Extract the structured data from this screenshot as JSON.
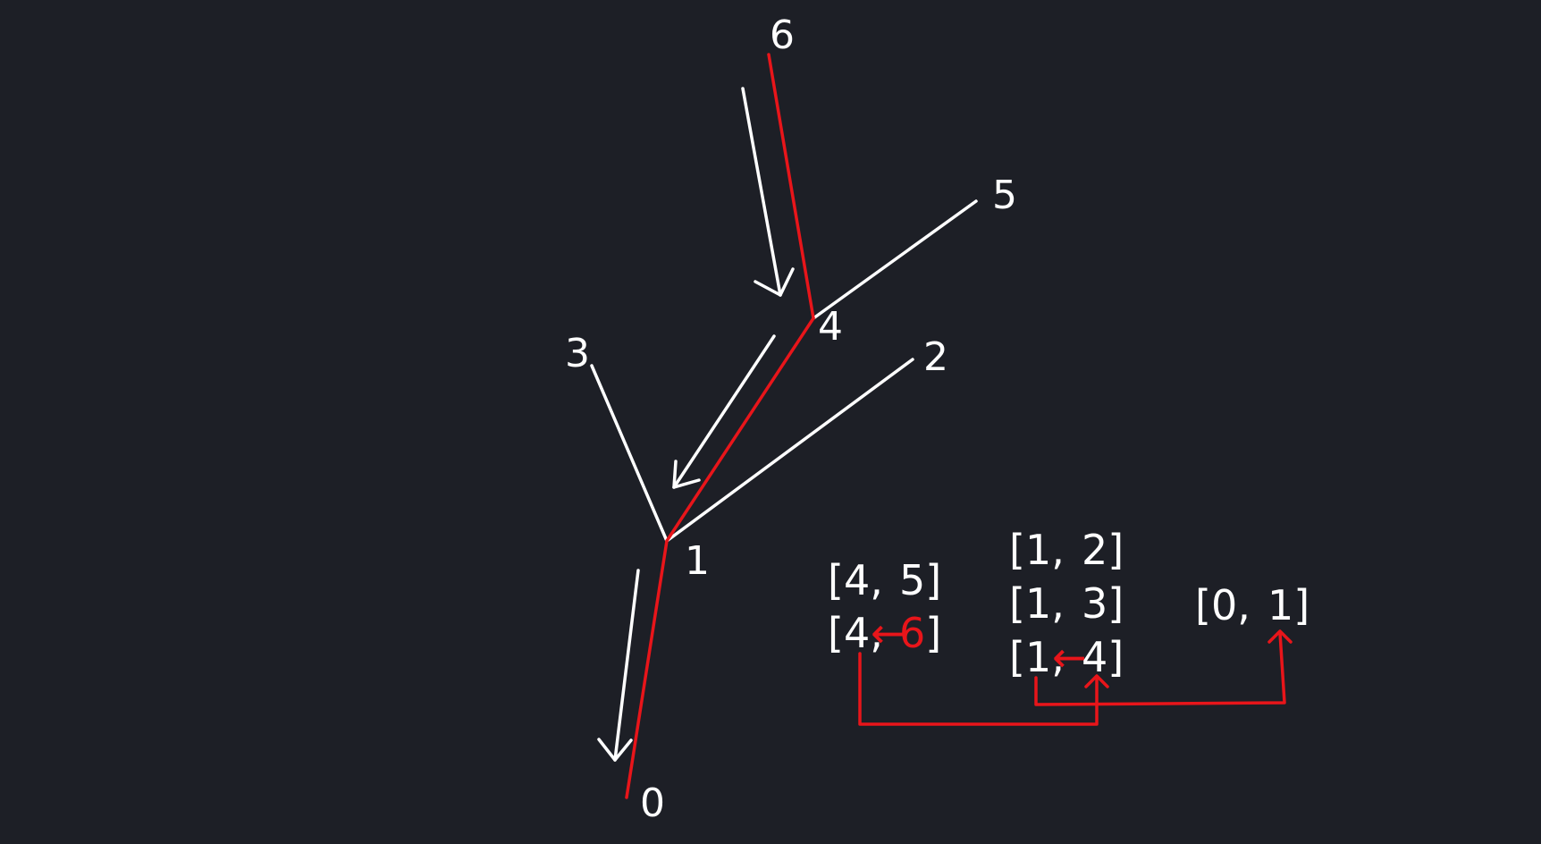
{
  "colors": {
    "background": "#1d1f26",
    "line": "#ffffff",
    "highlight": "#e8151a"
  },
  "nodes": {
    "n0": "0",
    "n1": "1",
    "n2": "2",
    "n3": "3",
    "n4": "4",
    "n5": "5",
    "n6": "6"
  },
  "pairs": {
    "p45": {
      "open": "[4,",
      "value": "5",
      "close": "]"
    },
    "p46": {
      "open": "[4,",
      "arrow": "←",
      "value": "6",
      "close": "]"
    },
    "p12": {
      "open": "[1,",
      "value": "2",
      "close": "]"
    },
    "p13": {
      "open": "[1,",
      "value": "3",
      "close": "]"
    },
    "p14": {
      "open": "[1,",
      "arrow": "←",
      "value": "4",
      "close": "]"
    },
    "p01": {
      "open": "[0,",
      "value": "1",
      "close": "]"
    }
  }
}
